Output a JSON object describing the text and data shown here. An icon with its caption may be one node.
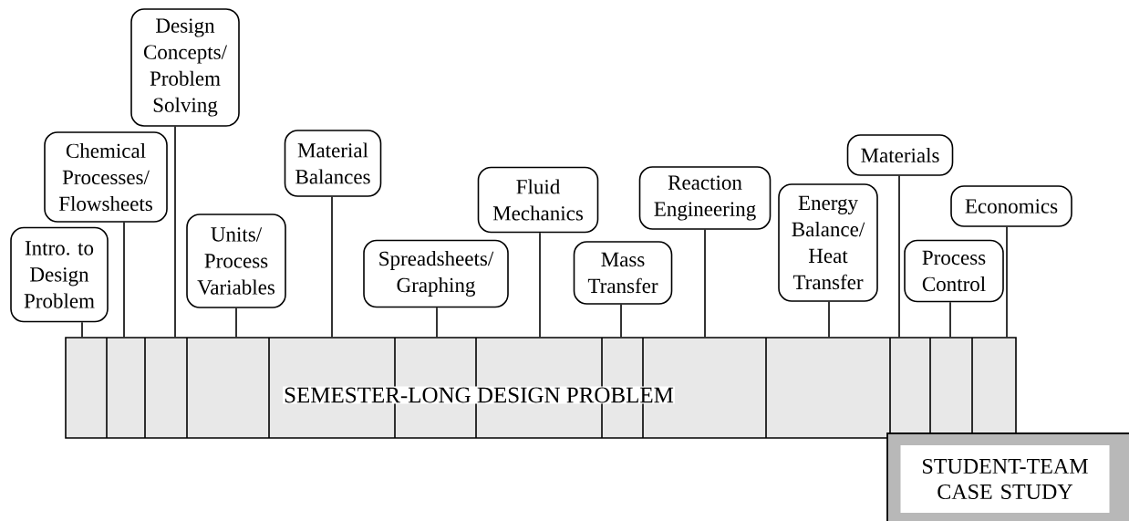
{
  "diagram": {
    "nodes": [
      {
        "text": [
          "Intro. to Design Problem"
        ]
      },
      {
        "text": [
          "Chemical Processes/ Flowsheets"
        ]
      },
      {
        "text": [
          "Design Concepts/ Problem Solving"
        ]
      },
      {
        "text": [
          "Units/ Process Variables"
        ]
      },
      {
        "text": [
          "Material Balances"
        ]
      },
      {
        "text": [
          "Spreadsheets/ Graphing"
        ]
      },
      {
        "text": [
          "Fluid Mechanics"
        ]
      },
      {
        "text": [
          "Mass Transfer"
        ]
      },
      {
        "text": [
          "Reaction Engineering"
        ]
      },
      {
        "text": [
          "Energy Balance/ Heat Transfer"
        ]
      },
      {
        "text": [
          "Materials"
        ]
      },
      {
        "text": [
          "Process Control"
        ]
      },
      {
        "text": [
          "Economics"
        ]
      },
      {
        "text": [
          "SEMESTER-LONG DESIGN PROBLEM"
        ]
      },
      {
        "text": [
          "STUDENT-TEAM CASE STUDY"
        ]
      }
    ],
    "edges": [
      {
        "from": 0,
        "to": 13,
        "arrow": "none"
      },
      {
        "from": 1,
        "to": 13,
        "arrow": "none"
      },
      {
        "from": 2,
        "to": 13,
        "arrow": "none"
      },
      {
        "from": 3,
        "to": 13,
        "arrow": "none"
      },
      {
        "from": 4,
        "to": 13,
        "arrow": "none"
      },
      {
        "from": 5,
        "to": 13,
        "arrow": "none"
      },
      {
        "from": 6,
        "to": 13,
        "arrow": "none"
      },
      {
        "from": 7,
        "to": 13,
        "arrow": "none"
      },
      {
        "from": 8,
        "to": 13,
        "arrow": "none"
      },
      {
        "from": 9,
        "to": 13,
        "arrow": "none"
      },
      {
        "from": 10,
        "to": 13,
        "arrow": "none"
      },
      {
        "from": 11,
        "to": 13,
        "arrow": "none"
      },
      {
        "from": 12,
        "to": 13,
        "arrow": "none"
      }
    ]
  }
}
